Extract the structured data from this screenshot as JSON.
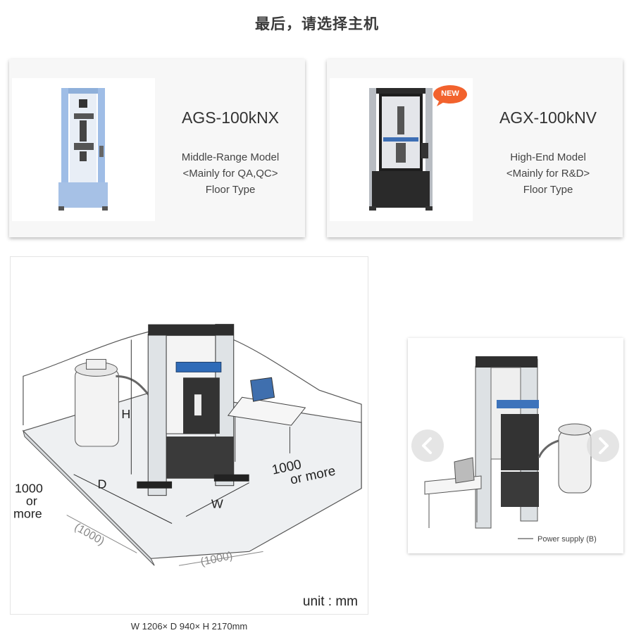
{
  "page_title": "最后，请选择主机",
  "cards": [
    {
      "model": "AGS-100kNX",
      "desc": [
        "Middle-Range Model",
        "<Mainly for QA,QC>",
        "Floor Type"
      ],
      "color": "#9bb8e0"
    },
    {
      "model": "AGX-100kNV",
      "badge": "NEW",
      "desc": [
        "High-End Model",
        "<Mainly for R&D>",
        "Floor Type"
      ],
      "badge_color": "#f2622d"
    }
  ],
  "diagram": {
    "labels": {
      "h": "H",
      "d": "D",
      "w": "W",
      "left_clearance": [
        "1000",
        "or",
        "more"
      ],
      "right_clearance": [
        "1000",
        "or more"
      ],
      "dim_a": "(1000)",
      "dim_b": "(1000)"
    },
    "unit": "unit : mm",
    "dimensions": "W 1206× D 940× H 2170mm"
  },
  "carousel": {
    "caption": "Power supply (B)",
    "prev_icon": "chevron-left-icon",
    "next_icon": "chevron-right-icon"
  }
}
